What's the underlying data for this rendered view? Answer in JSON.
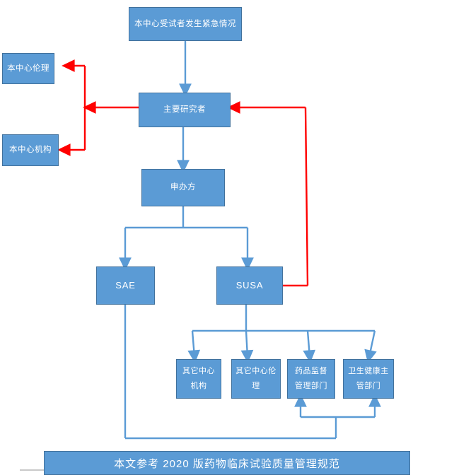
{
  "diagram": {
    "title_footer": "本文参考 2020 版药物临床试验质量管理规范",
    "colors": {
      "node_fill": "#5B9BD5",
      "node_border": "#41719C",
      "node_text": "#FFFFFF",
      "blue_connector": "#5B9BD5",
      "red_connector": "#FF0000",
      "background": "#FFFFFF"
    },
    "nodes": {
      "emergency": "本中心受试者发生紧急情况",
      "local_ethics": "本中心伦理",
      "local_institution": "本中心机构",
      "principal_investigator": "主要研究者",
      "sponsor": "申办方",
      "sae": "SAE",
      "susa": "SUSA",
      "other_center_institution_l1": "其它中心",
      "other_center_institution_l2": "机构",
      "other_center_ethics_l1": "其它中心伦",
      "other_center_ethics_l2": "理",
      "drug_admin_l1": "药品监督",
      "drug_admin_l2": "管理部门",
      "health_admin_l1": "卫生健康主",
      "health_admin_l2": "管部门"
    },
    "edges": [
      {
        "from": "emergency",
        "to": "principal_investigator",
        "color": "#5B9BD5"
      },
      {
        "from": "principal_investigator",
        "to": "local_ethics",
        "color": "#FF0000"
      },
      {
        "from": "principal_investigator",
        "to": "local_institution",
        "color": "#FF0000"
      },
      {
        "from": "principal_investigator",
        "to": "sponsor",
        "color": "#5B9BD5"
      },
      {
        "from": "sponsor",
        "to": "sae",
        "color": "#5B9BD5"
      },
      {
        "from": "sponsor",
        "to": "susa",
        "color": "#5B9BD5"
      },
      {
        "from": "susa",
        "to": "principal_investigator",
        "color": "#FF0000"
      },
      {
        "from": "susa",
        "to": "other_center_institution",
        "color": "#5B9BD5"
      },
      {
        "from": "susa",
        "to": "other_center_ethics",
        "color": "#5B9BD5"
      },
      {
        "from": "susa",
        "to": "drug_admin",
        "color": "#5B9BD5"
      },
      {
        "from": "susa",
        "to": "health_admin",
        "color": "#5B9BD5"
      },
      {
        "from": "sae",
        "to": "drug_admin",
        "color": "#5B9BD5"
      },
      {
        "from": "sae",
        "to": "health_admin",
        "color": "#5B9BD5"
      }
    ]
  }
}
